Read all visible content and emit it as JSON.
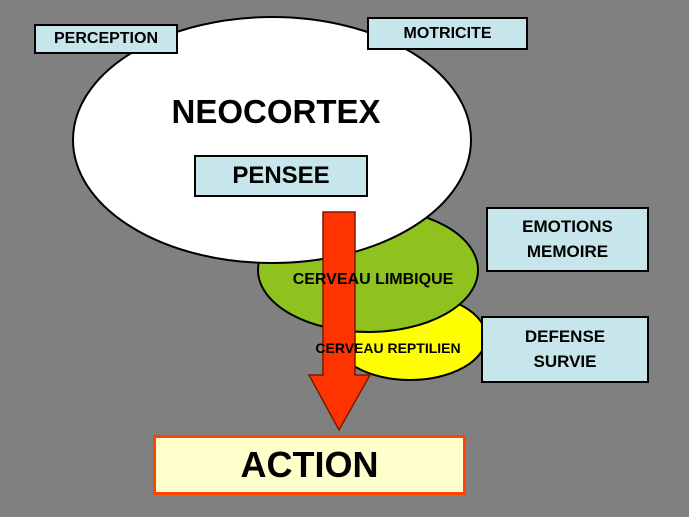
{
  "colors": {
    "background": "#808080",
    "neocortex_fill": "#ffffff",
    "limbic_fill": "#8fc21e",
    "reptilian_fill": "#ffff00",
    "arrow_fill": "#ff3300",
    "box_fill": "#c6e6ec",
    "action_fill": "#ffffcc",
    "action_border": "#ff4400"
  },
  "labels": {
    "neocortex": "NEOCORTEX",
    "limbic": "CERVEAU LIMBIQUE",
    "reptilian": "CERVEAU REPTILIEN"
  },
  "boxes": {
    "perception": "PERCEPTION",
    "motricite": "MOTRICITE",
    "pensee": "PENSEE",
    "emotions": "EMOTIONS",
    "memoire": "MEMOIRE",
    "defense": "DEFENSE",
    "survie": "SURVIE",
    "action": "ACTION"
  }
}
